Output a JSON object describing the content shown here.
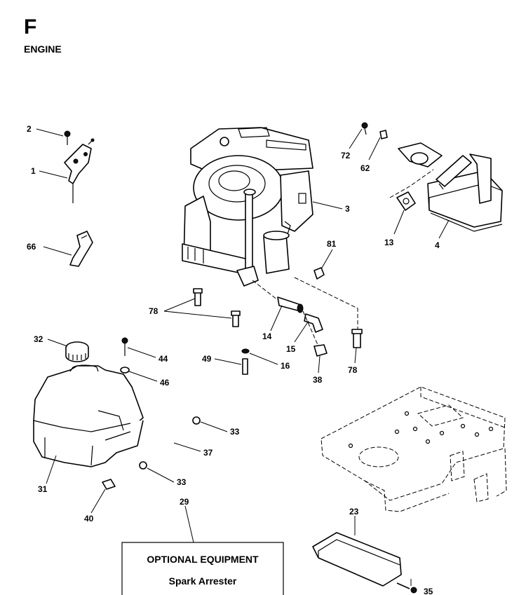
{
  "header": {
    "section_letter": "F",
    "section_title": "ENGINE"
  },
  "callouts": {
    "c2": "2",
    "c1": "1",
    "c66": "66",
    "c3": "3",
    "c72": "72",
    "c62": "62",
    "c13": "13",
    "c4": "4",
    "c81": "81",
    "c78a": "78",
    "c14": "14",
    "c15": "15",
    "c78b": "78",
    "c38": "38",
    "c32": "32",
    "c44": "44",
    "c46": "46",
    "c49": "49",
    "c16": "16",
    "c33a": "33",
    "c37": "37",
    "c33b": "33",
    "c31": "31",
    "c40": "40",
    "c29": "29",
    "c23": "23",
    "c35": "35"
  },
  "optional_box": {
    "title": "OPTIONAL EQUIPMENT",
    "item": "Spark Arrester"
  }
}
